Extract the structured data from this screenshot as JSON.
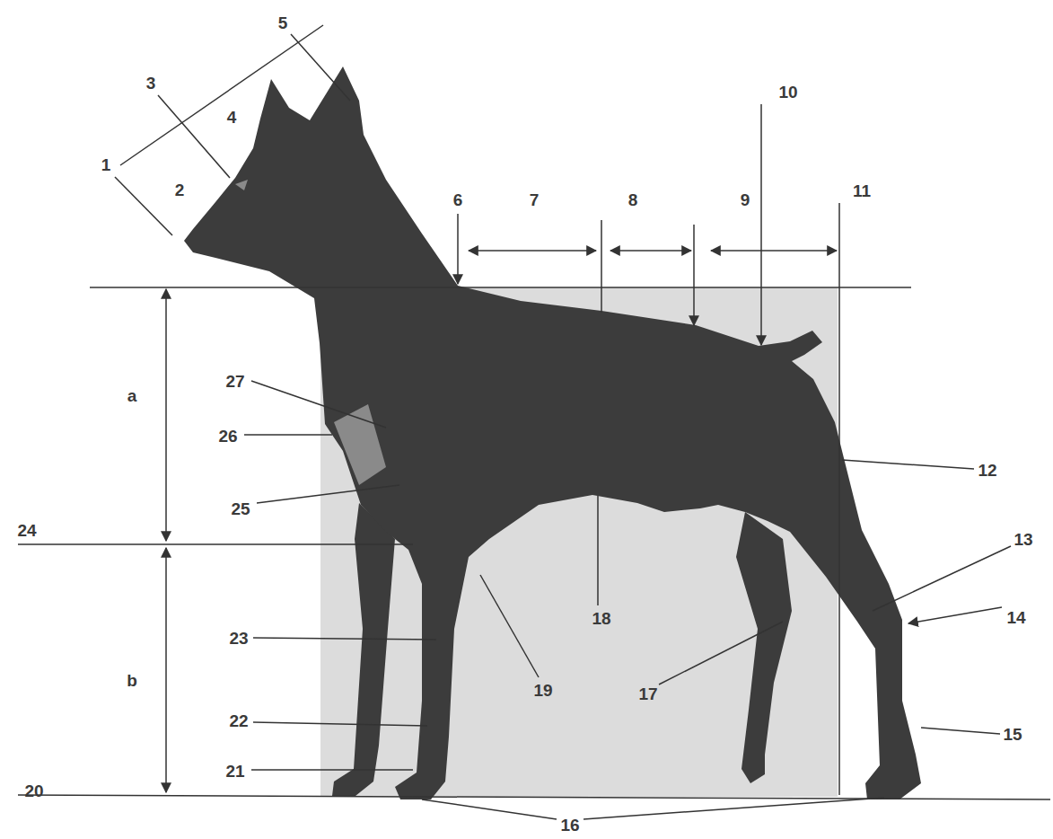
{
  "diagram": {
    "labels": [
      "1",
      "2",
      "3",
      "4",
      "5",
      "6",
      "7",
      "8",
      "9",
      "10",
      "11",
      "12",
      "13",
      "14",
      "15",
      "16",
      "17",
      "18",
      "19",
      "20",
      "21",
      "22",
      "23",
      "24",
      "25",
      "26",
      "27",
      "a",
      "b"
    ]
  }
}
